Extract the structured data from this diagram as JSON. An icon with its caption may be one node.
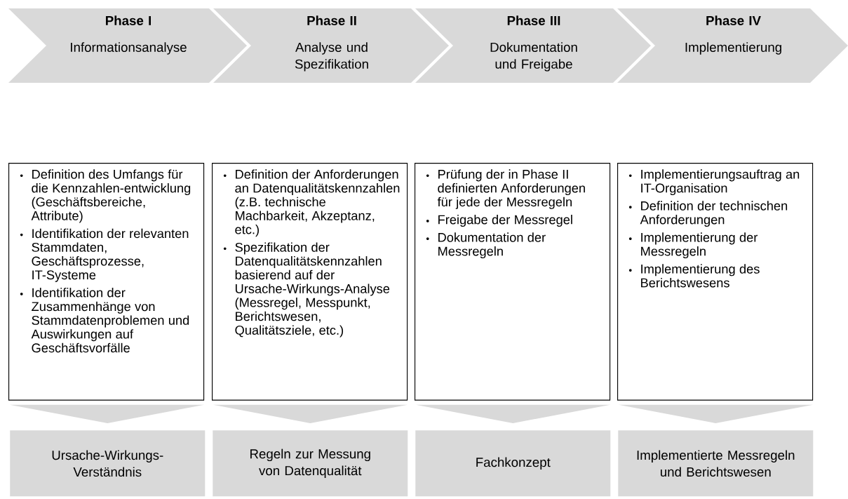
{
  "diagram": {
    "nodes": [
      {
        "text": [
          "Phase I",
          "Informationsanalyse"
        ]
      },
      {
        "text": [
          "Phase II",
          "Analyse und Spezifikation"
        ]
      },
      {
        "text": [
          "Phase III",
          "Dokumentation und Freigabe"
        ]
      },
      {
        "text": [
          "Phase IV",
          "Implementierung"
        ]
      },
      {
        "text": [
          "Definition des Umfangs für die Kennzahlen-entwicklung (Geschäftsbereiche, Attribute)",
          "Identifikation der relevanten Stammdaten, Geschäftsprozesse, IT-Systeme",
          "Identifikation der Zusammenhänge von Stammdatenproblemen und Auswirkungen auf Geschäftsvorfälle"
        ]
      },
      {
        "text": [
          "Definition der Anforderungen an Datenqualitätskennzahlen (z.B. technische Machbarkeit, Akzeptanz, etc.)",
          "Spezifikation der Datenqualitätskennzahlen basierend auf der Ursache-Wirkungs-Analyse (Messregel, Messpunkt, Berichtswesen, Qualitätsziele, etc.)"
        ]
      },
      {
        "text": [
          "Prüfung der in Phase II definierten Anforderungen für jede der Messregeln",
          "Freigabe der Messregel",
          "Dokumentation der Messregeln"
        ]
      },
      {
        "text": [
          "Implementierungsauftrag an IT-Organisation",
          "Definition der technischen Anforderungen",
          "Implementierung der Messregeln",
          "Implementierung des Berichtswesens"
        ]
      },
      {
        "text": [
          "Ursache-Wirkungs-Verständnis"
        ]
      },
      {
        "text": [
          "Regeln zur Messung von Datenqualität"
        ]
      },
      {
        "text": [
          "Fachkonzept"
        ]
      },
      {
        "text": [
          "Implementierte Messregeln und Berichtswesen"
        ]
      }
    ],
    "edges": [
      {
        "from": 4,
        "to": 8,
        "arrow": "to"
      },
      {
        "from": 5,
        "to": 9,
        "arrow": "to"
      },
      {
        "from": 6,
        "to": 10,
        "arrow": "to"
      },
      {
        "from": 7,
        "to": 11,
        "arrow": "to"
      }
    ]
  }
}
